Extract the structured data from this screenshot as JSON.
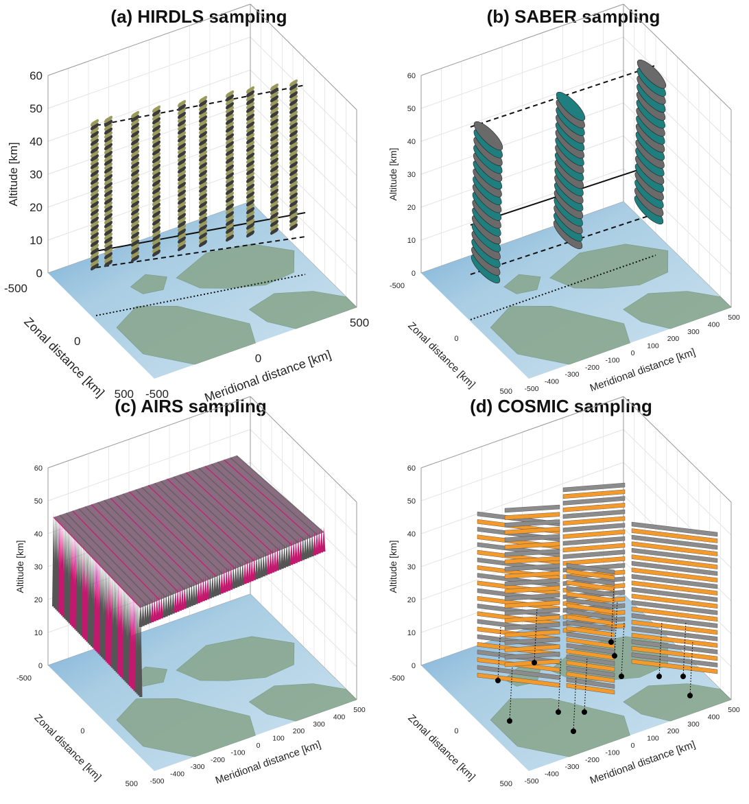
{
  "colors": {
    "hirdls": "#9a9a5c",
    "saber_a": "#1f7e7e",
    "saber_b": "#6a6a6a",
    "airs_a": "#c2186e",
    "airs_b": "#555555",
    "cosmic_a": "#f39a2c",
    "cosmic_b": "#8c8c8c",
    "map_water": "#a9cde3",
    "map_land": "#87a58b"
  },
  "panels": [
    {
      "id": "a",
      "title": "(a) HIRDLS sampling",
      "zlabel": "Altitude [km]",
      "ylabel": "Zonal distance [km]",
      "xlabel": "Meridional distance [km]",
      "zticks": [
        "0",
        "10",
        "20",
        "30",
        "40",
        "50",
        "60"
      ],
      "yticks": [
        "-500",
        "0",
        "500"
      ],
      "xticks": [
        "-500",
        "0",
        "500"
      ],
      "tick_style": "large"
    },
    {
      "id": "b",
      "title": "(b) SABER sampling",
      "zlabel": "Altitude [km]",
      "ylabel": "Zonal distance [km]",
      "xlabel": "Meridional distance [km]",
      "zticks": [
        "0",
        "10",
        "20",
        "30",
        "40",
        "50",
        "60"
      ],
      "yticks": [
        "-500",
        "0",
        "500"
      ],
      "xticks": [
        "-500",
        "-400",
        "-300",
        "-200",
        "-100",
        "0",
        "100",
        "200",
        "300",
        "400",
        "500"
      ],
      "tick_style": "small"
    },
    {
      "id": "c",
      "title": "(c) AIRS sampling",
      "zlabel": "Altitude [km]",
      "ylabel": "Zonal distance [km]",
      "xlabel": "Meridional distance [km]",
      "zticks": [
        "0",
        "10",
        "20",
        "30",
        "40",
        "50",
        "60"
      ],
      "yticks": [
        "-500",
        "0",
        "500"
      ],
      "xticks": [
        "-500",
        "-400",
        "-300",
        "-200",
        "-100",
        "0",
        "100",
        "200",
        "300",
        "400",
        "500"
      ],
      "tick_style": "small"
    },
    {
      "id": "d",
      "title": "(d) COSMIC sampling",
      "zlabel": "Altitude [km]",
      "ylabel": "Zonal distance [km]",
      "xlabel": "Meridional distance [km]",
      "zticks": [
        "0",
        "10",
        "20",
        "30",
        "40",
        "50",
        "60"
      ],
      "yticks": [
        "-500",
        "0",
        "500"
      ],
      "xticks": [
        "-500",
        "-400",
        "-300",
        "-200",
        "-100",
        "0",
        "100",
        "200",
        "300",
        "400",
        "500"
      ],
      "tick_style": "small"
    }
  ]
}
